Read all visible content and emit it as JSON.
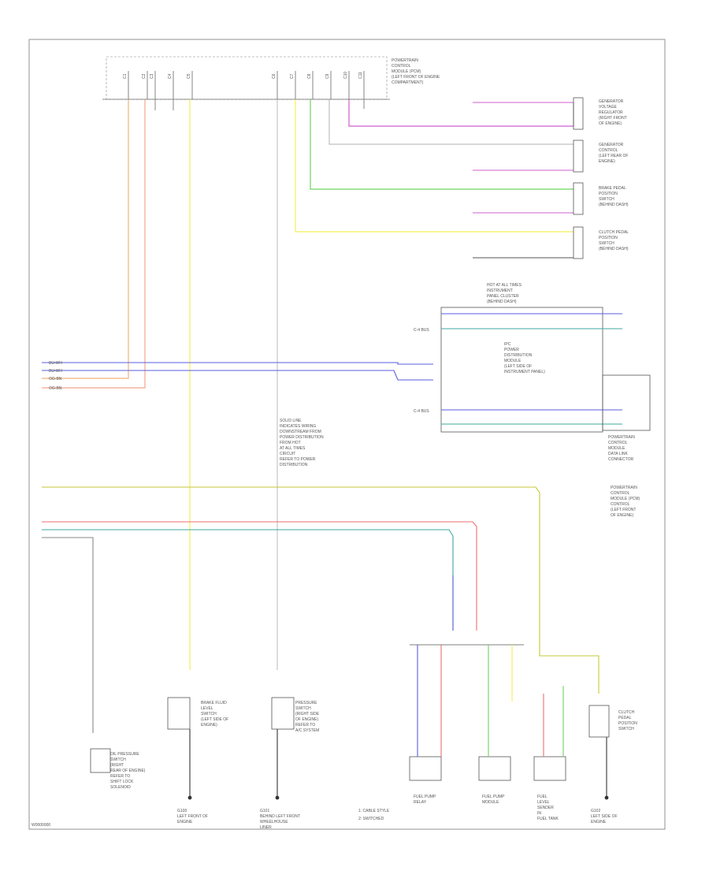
{
  "diagram": {
    "footer_code": "W0000000",
    "legend": {
      "line1": "1: CABLE STYLE",
      "line2": "2: SWITCHED"
    },
    "colors": {
      "orange": "#f2b27a",
      "pink_orange": "#f4a58a",
      "yellow": "#f5ef55",
      "green": "#6ed35e",
      "blue": "#5a5ee0",
      "red": "#ee7070",
      "teal": "#3fa8a0",
      "gray": "#9a9a9a",
      "magenta": "#cf5fcf",
      "olive": "#c6c838",
      "black": "#333333"
    },
    "module": {
      "label_lines": [
        "POWERTRAIN",
        "CONTROL",
        "MODULE (PCM)",
        "(LEFT FRONT OF ENGINE",
        "COMPARTMENT)"
      ]
    },
    "pin_labels": [
      "C1",
      "C2",
      "C3",
      "C4",
      "C5",
      "C6",
      "C7",
      "C8",
      "C9",
      "C10",
      "C11"
    ],
    "right_components": [
      {
        "lines": [
          "GENERATOR",
          "VOLTAGE",
          "REGULATOR",
          "(RIGHT FRONT",
          "OF ENGINE)"
        ]
      },
      {
        "lines": [
          "GENERATOR",
          "CONTROL",
          "(LEFT REAR OF",
          "ENGINE)"
        ]
      },
      {
        "lines": [
          "BRAKE PEDAL",
          "POSITION",
          "SWITCH",
          "(BEHIND DASH)"
        ]
      },
      {
        "lines": [
          "CLUTCH PEDAL",
          "POSITION",
          "SWITCH",
          "(BEHIND DASH)"
        ]
      }
    ],
    "ipc_box": {
      "title_lines": [
        "HOT AT ALL TIMES",
        "INSTRUMENT",
        "PANEL CLUSTER",
        "(BEHIND DASH)"
      ],
      "center_lines": [
        "IPC",
        "POWER",
        "DISTRIBUTION",
        "MODULE",
        "(LEFT SIDE OF",
        "INSTRUMENT PANEL)"
      ],
      "pin_left_top": "C-4 BUS",
      "pin_left_bottom": "C-4 BUS",
      "right_label_lines": [
        "POWERTRAIN",
        "CONTROL",
        "MODULE",
        "DATA LINK",
        "CONNECTOR"
      ]
    },
    "left_wire_labels": [
      "BU-WH",
      "BU-WH",
      "OG-BN",
      "OG-BN"
    ],
    "mid_note_lines": [
      "SOLID LINE",
      "INDICATES WIRING",
      "DOWNSTREAM FROM",
      "POWER DISTRIBUTION",
      "FROM HOT",
      "AT ALL TIMES",
      "CIRCUIT",
      "REFER TO POWER",
      "DISTRIBUTION"
    ],
    "right_mid_label_lines": [
      "POWERTRAIN",
      "CONTROL",
      "MODULE (PCM)",
      "CONTROL",
      "(LEFT FRONT",
      "OF ENGINE)"
    ],
    "bottom_components": [
      {
        "lines": [
          "OIL PRESSURE",
          "SWITCH",
          "(RIGHT",
          "REAR OF ENGINE)",
          "REFER TO",
          "SHIFT LOCK",
          "SOLENOID"
        ]
      },
      {
        "lines": [
          "BRAKE FLUID",
          "LEVEL",
          "SWITCH",
          "(LEFT SIDE OF",
          "ENGINE)"
        ]
      },
      {
        "lines": [
          "PRESSURE",
          "SWITCH",
          "(RIGHT SIDE",
          "OF ENGINE)",
          "REFER TO",
          "A/C SYSTEM"
        ]
      },
      {
        "lines": [
          "FUEL PUMP",
          "RELAY"
        ]
      },
      {
        "lines": [
          "FUEL PUMP",
          "MODULE"
        ]
      },
      {
        "lines": [
          "FUEL",
          "LEVEL",
          "SENDER",
          "IN",
          "FUEL TANK"
        ]
      },
      {
        "lines": [
          "CLUTCH",
          "PEDAL",
          "POSITION",
          "SWITCH"
        ]
      }
    ],
    "grounds": [
      {
        "lines": [
          "G100",
          "LEFT FRONT OF",
          "ENGINE"
        ]
      },
      {
        "lines": [
          "G101",
          "BEHIND LEFT FRONT",
          "WHEELHOUSE",
          "LINER"
        ]
      },
      {
        "lines": [
          "G102",
          "LEFT SIDE OF",
          "ENGINE"
        ]
      }
    ]
  }
}
